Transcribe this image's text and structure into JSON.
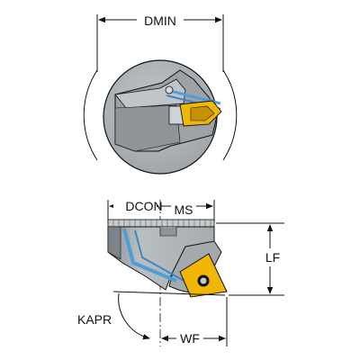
{
  "dimensions": {
    "dmin": "DMIN",
    "dcon": "DCON",
    "ms": "MS",
    "lf": "LF",
    "kapr": "KAPR",
    "wf": "WF"
  },
  "colors": {
    "tool_body": "#a3a9ac",
    "tool_dark": "#686e72",
    "tool_light": "#d5d9db",
    "coolant": "#4f9ed8",
    "insert": "#f2b705",
    "insert_dark": "#b88400",
    "line": "#111111"
  }
}
